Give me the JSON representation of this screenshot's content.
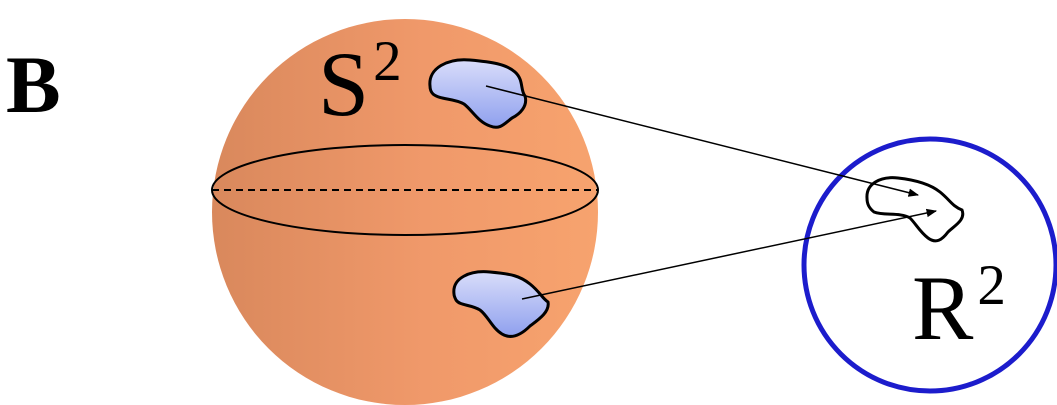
{
  "panel_label": "B",
  "sphere": {
    "label_base": "S",
    "label_exponent": "2"
  },
  "plane": {
    "label_base": "R",
    "label_exponent": "2"
  },
  "colors": {
    "sphere_light": "#f7a36e",
    "sphere_dark": "#d9885c",
    "patch_fill": "#8fa0ee",
    "patch_fill_light": "#d9ddfa",
    "plane_circle": "#1c1ccc",
    "outline": "#000000"
  },
  "icons": {
    "patch": "blob-patch-icon",
    "arrow": "arrow-icon"
  }
}
